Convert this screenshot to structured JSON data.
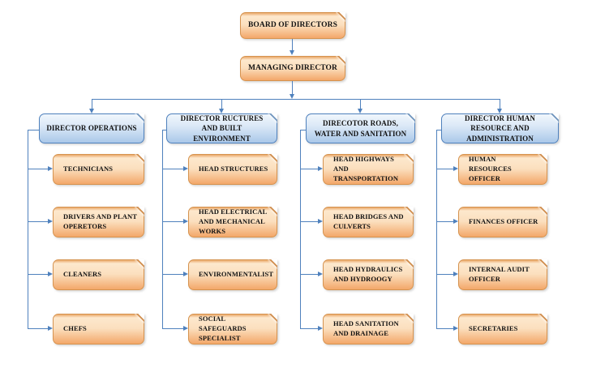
{
  "diagram": {
    "type": "org-chart",
    "top_nodes": [
      {
        "label": "BOARD OF DIRECTORS"
      },
      {
        "label": "MANAGING DIRECTOR"
      }
    ],
    "columns": [
      {
        "header": {
          "label": "DIRECTOR OPERATIONS"
        },
        "children": [
          {
            "label": "TECHNICIANS"
          },
          {
            "label": "DRIVERS AND PLANT OPERETORS"
          },
          {
            "label": "CLEANERS"
          },
          {
            "label": "CHEFS"
          }
        ]
      },
      {
        "header": {
          "label": "DIRECTOR RUCTURES AND BUILT ENVIRONMENT"
        },
        "children": [
          {
            "label": "HEAD STRUCTURES"
          },
          {
            "label": "HEAD ELECTRICAL AND MECHANICAL WORKS"
          },
          {
            "label": "ENVIRONMENTALIST"
          },
          {
            "label": "SOCIAL SAFEGUARDS SPECIALIST"
          }
        ]
      },
      {
        "header": {
          "label": "DIRECOTOR ROADS, WATER AND SANITATION"
        },
        "children": [
          {
            "label": "HEAD HIGHWAYS AND TRANSPORTATION"
          },
          {
            "label": "HEAD BRIDGES AND CULVERTS"
          },
          {
            "label": "HEAD HYDRAULICS AND HYDROOGY"
          },
          {
            "label": "HEAD SANITATION AND DRAINAGE"
          }
        ]
      },
      {
        "header": {
          "label": "DIRECTOR HUMAN RESOURCE AND ADMINISTRATION"
        },
        "children": [
          {
            "label": "HUMAN RESOURCES OFFICER"
          },
          {
            "label": "FINANCES OFFICER"
          },
          {
            "label": "INTERNAL AUDIT OFFICER"
          },
          {
            "label": "SECRETARIES"
          }
        ]
      }
    ],
    "colors": {
      "node_fill_light": "#fde3c5",
      "node_fill_dark": "#f4aa6e",
      "node_border": "#d6934f",
      "header_fill_light": "#dce9f7",
      "header_fill_dark": "#aac8e9",
      "header_border": "#4f81bd",
      "connector": "#4f81bd",
      "text": "#121212"
    }
  }
}
